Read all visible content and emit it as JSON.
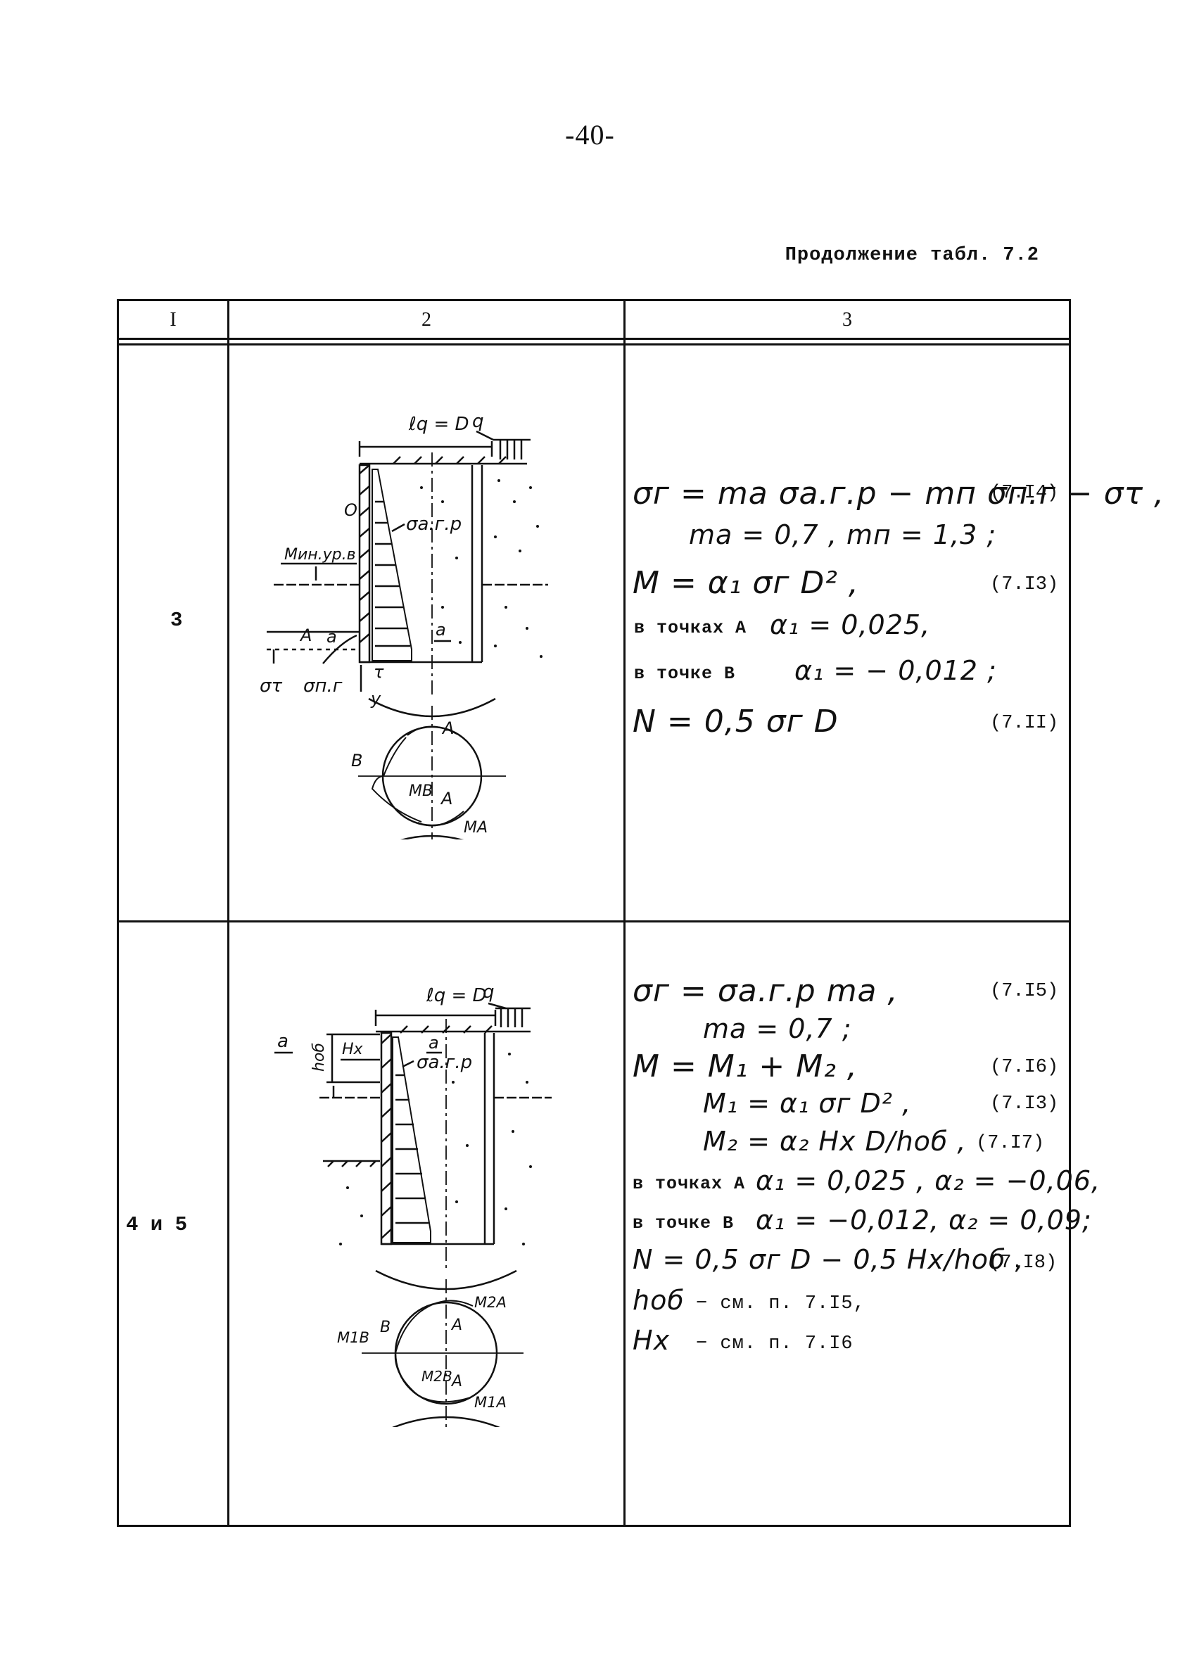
{
  "page": {
    "number": "-40-"
  },
  "caption": "Продолжение табл. 7.2",
  "table": {
    "headers": [
      "I",
      "2",
      "3"
    ],
    "rows": [
      {
        "num": "3",
        "figure": {
          "l": "ℓq = D",
          "q": "q",
          "O": "O",
          "sigma_agr": "σa.г.р",
          "level": "Мин.ур.в",
          "a": "a",
          "A": "A",
          "sigma_t": "στ",
          "sigma_pg": "σп.г",
          "t": "τ",
          "y": "y",
          "A2": "A",
          "B": "B",
          "MB": "MB",
          "A3": "A",
          "MA": "MA"
        },
        "formulas": {
          "f1": "σг = mа σа.г.р − mп σп.г − στ ,",
          "f1_ref": "(7.I4)",
          "f2": "mа = 0,7 ,  mп = 1,3 ;",
          "f3": "M = α₁ σг D² ,",
          "f3_ref": "(7.I3)",
          "f4_note": "в точках А",
          "f4": "α₁ = 0,025,",
          "f5_note": "в точке В",
          "f5": "α₁ = − 0,012 ;",
          "f6": "N = 0,5 σг D",
          "f6_ref": "(7.II)"
        }
      },
      {
        "num": "4 и 5",
        "figure": {
          "l": "ℓq = D",
          "q": "q",
          "a": "a",
          "hob": "hоб",
          "Hx": "Hx",
          "sigma_agr": "σa.г.р",
          "a2": "a",
          "M2A": "M2A",
          "A": "A",
          "M1B": "M1B",
          "B": "B",
          "M2B": "M2B",
          "A2": "A",
          "M1A": "M1A"
        },
        "formulas": {
          "f1": "σг = σа.г.р mа ,",
          "f1_ref": "(7.I5)",
          "f2": "mа = 0,7 ;",
          "f3": "M = M₁ + M₂ ,",
          "f3_ref": "(7.I6)",
          "f4": "M₁ = α₁ σг D² ,",
          "f4_ref": "(7.I3)",
          "f5": "M₂ = α₂ Hx D/hоб ,",
          "f5_ref": "(7.I7)",
          "f6_note": "в точках А",
          "f6": "α₁ = 0,025 , α₂ = −0,06,",
          "f7_note": "в точке В",
          "f7": "α₁ = −0,012, α₂ = 0,09;",
          "f8": "N = 0,5 σг D − 0,5 Hx/hоб ,",
          "f8_ref": "(7.I8)",
          "f9_sym": "hоб",
          "f9": "− см. п. 7.I5,",
          "f10_sym": "Hx",
          "f10": "− см. п. 7.I6"
        }
      }
    ]
  }
}
